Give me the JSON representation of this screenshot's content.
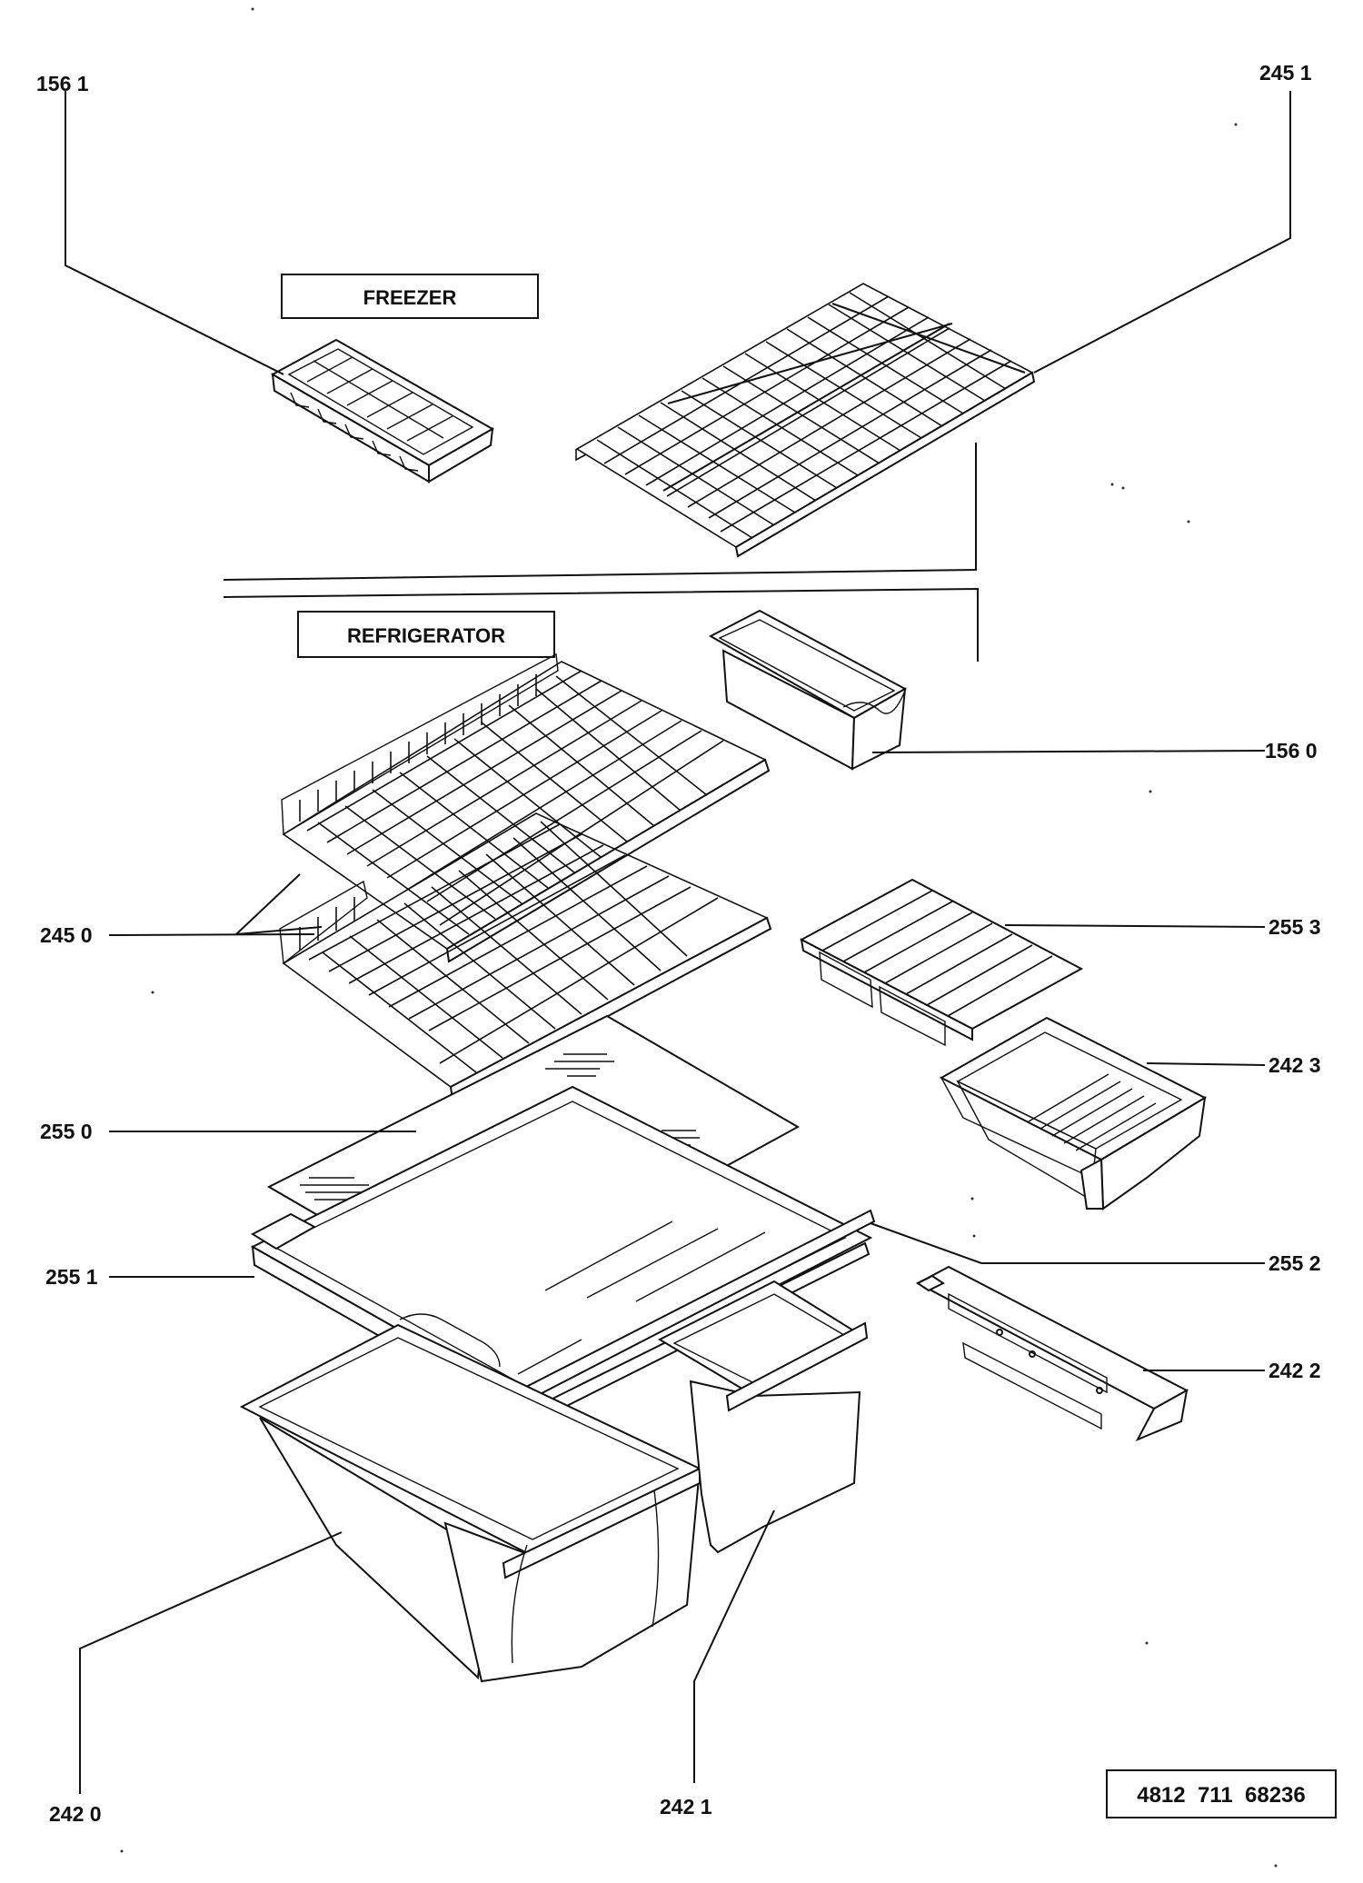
{
  "diagram": {
    "sections": {
      "freezer": "FREEZER",
      "refrigerator": "REFRIGERATOR"
    },
    "callouts": {
      "c1561": "156 1",
      "c2451": "245 1",
      "c1560": "156 0",
      "c2450": "245 0",
      "c2553": "255 3",
      "c2423": "242 3",
      "c2550": "255 0",
      "c2552": "255 2",
      "c2551": "255 1",
      "c2422": "242 2",
      "c2420": "242 0",
      "c2421": "242 1"
    },
    "part_number": "4812  711  68236"
  }
}
